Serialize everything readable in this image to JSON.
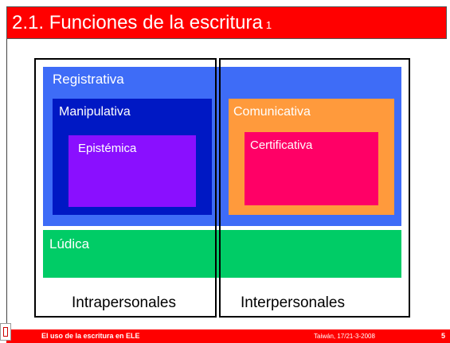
{
  "colors": {
    "title_bar": "#ff0000",
    "registrativa": "#3e6cf7",
    "manipulativa": "#0018c4",
    "epistemica": "#8a0fff",
    "comunicativa": "#ff9a3c",
    "certificativa": "#ff0066",
    "ludica": "#00cc66",
    "footer": "#ff0000"
  },
  "title": {
    "main": "2.1. Funciones de la escritura",
    "number": "1"
  },
  "diagram": {
    "registrativa": "Registrativa",
    "manipulativa": "Manipulativa",
    "epistemica": "Epistémica",
    "comunicativa": "Comunicativa",
    "certificativa": "Certificativa",
    "ludica": "Lúdica",
    "intrapersonales": "Intrapersonales",
    "interpersonales": "Interpersonales"
  },
  "footer": {
    "left": "El uso de la escritura en ELE",
    "middle": "Taiwán, 17/21-3-2008",
    "page": "5"
  }
}
